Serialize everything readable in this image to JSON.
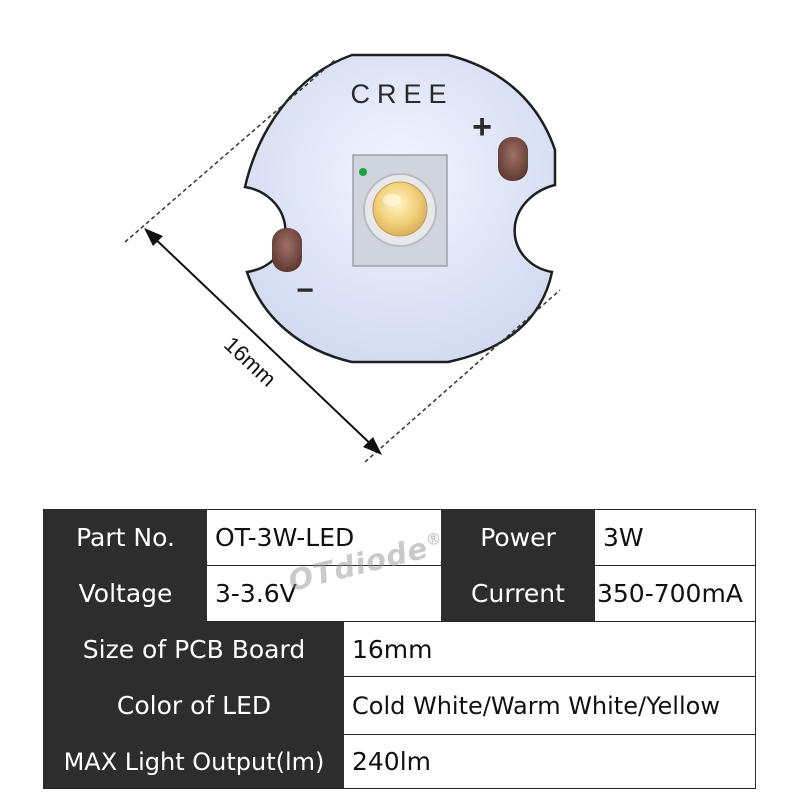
{
  "pcb": {
    "brand": "CREE",
    "plus_mark": "+",
    "minus_mark": "−",
    "dimension_label": "16mm"
  },
  "watermark": {
    "text": "OTdiode",
    "mark": "®"
  },
  "specs": {
    "part_no": {
      "label": "Part No.",
      "value": "OT-3W-LED"
    },
    "power": {
      "label": "Power",
      "value": "3W"
    },
    "voltage": {
      "label": "Voltage",
      "value": "3-3.6V"
    },
    "current": {
      "label": "Current",
      "value": "350-700mA"
    },
    "pcb_size": {
      "label": "Size of PCB Board",
      "value": "16mm"
    },
    "led_color": {
      "label": "Color of LED",
      "value": "Cold White/Warm White/Yellow"
    },
    "max_output": {
      "label": "MAX Light Output(lm)",
      "value": "240lm"
    }
  },
  "colors": {
    "pcb": "#dfe5f7",
    "label_bg": "#2d2d2d",
    "led_yellow": "#f4d98a",
    "pad_brown": "#7a4e3e",
    "polarity_dot": "#1fa34a"
  }
}
